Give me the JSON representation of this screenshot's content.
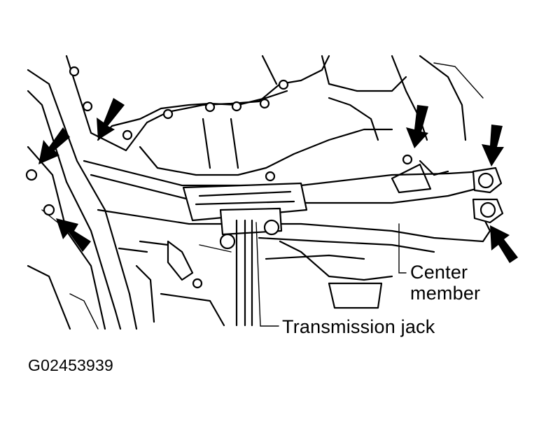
{
  "labels": {
    "center": "Center",
    "member": "member",
    "transmission_jack": "Transmission jack"
  },
  "figure_code": "G02453939",
  "colors": {
    "ink": "#000000",
    "background": "#ffffff"
  },
  "icons": {
    "arrow_count": 6,
    "arrow_icon": "black-pointer-arrow"
  }
}
